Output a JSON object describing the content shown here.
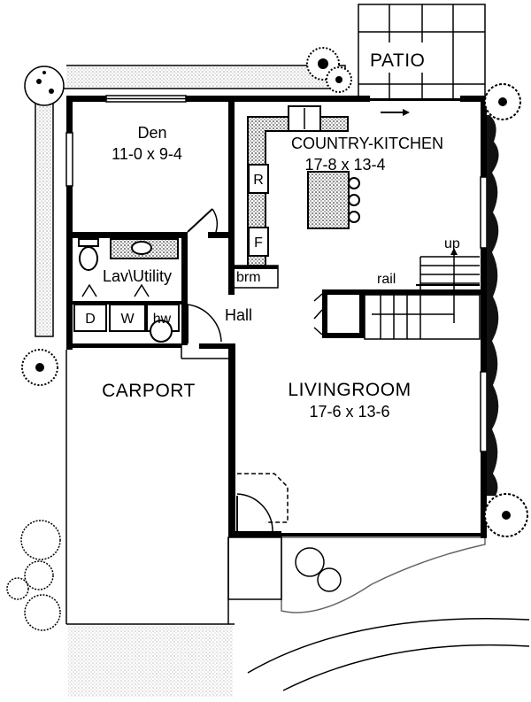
{
  "rooms": {
    "patio": "PATIO",
    "den": {
      "name": "Den",
      "dims": "11-0 x 9-4"
    },
    "kitchen": {
      "name": "COUNTRY-KITCHEN",
      "dims": "17-8 x 13-4"
    },
    "lav_utility": "Lav\\Utility",
    "hall": "Hall",
    "carport": "CARPORT",
    "livingroom": {
      "name": "LIVINGROOM",
      "dims": "17-6 x 13-6"
    }
  },
  "fixtures": {
    "refrigerator": "R",
    "freezer": "F",
    "broom": "brm",
    "dryer": "D",
    "washer": "W",
    "water_heater": "hw"
  },
  "stairs": {
    "up": "up",
    "rail": "rail"
  }
}
